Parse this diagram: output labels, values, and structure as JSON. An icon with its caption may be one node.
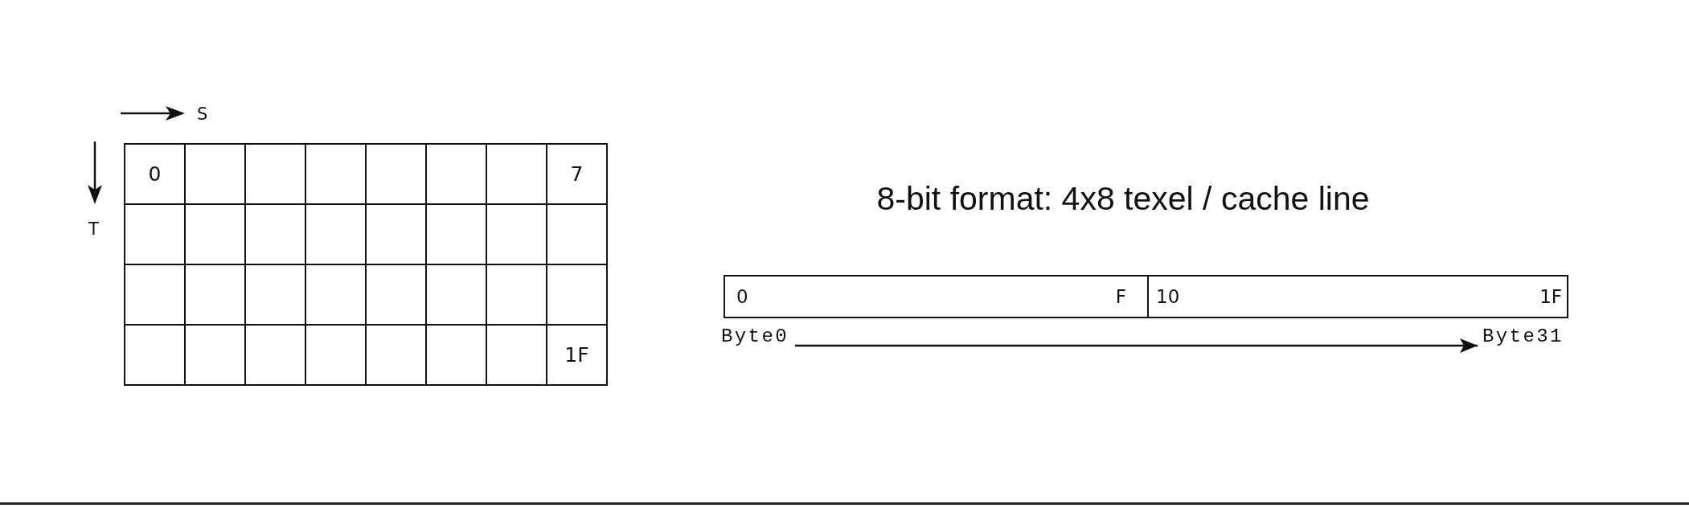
{
  "diagram": {
    "title": "8-bit format: 4x8 texel / cache line",
    "nodes": [
      {
        "text": [
          "0"
        ]
      },
      {
        "text": [],
        "shape": "box"
      },
      {
        "text": [],
        "shape": "box"
      },
      {
        "text": [],
        "shape": "box"
      },
      {
        "text": [],
        "shape": "box"
      },
      {
        "text": [],
        "shape": "box"
      },
      {
        "text": [],
        "shape": "box"
      },
      {
        "text": [
          "7"
        ]
      },
      {
        "text": [],
        "shape": "box"
      },
      {
        "text": [],
        "shape": "box"
      },
      {
        "text": [],
        "shape": "box"
      },
      {
        "text": [],
        "shape": "box"
      },
      {
        "text": [],
        "shape": "box"
      },
      {
        "text": [],
        "shape": "box"
      },
      {
        "text": [],
        "shape": "box"
      },
      {
        "text": [],
        "shape": "box"
      },
      {
        "text": [],
        "shape": "box"
      },
      {
        "text": [],
        "shape": "box"
      },
      {
        "text": [],
        "shape": "box"
      },
      {
        "text": [],
        "shape": "box"
      },
      {
        "text": [],
        "shape": "box"
      },
      {
        "text": [],
        "shape": "box"
      },
      {
        "text": [],
        "shape": "box"
      },
      {
        "text": [],
        "shape": "box"
      },
      {
        "text": [],
        "shape": "box"
      },
      {
        "text": [],
        "shape": "box"
      },
      {
        "text": [],
        "shape": "box"
      },
      {
        "text": [],
        "shape": "box"
      },
      {
        "text": [],
        "shape": "box"
      },
      {
        "text": [],
        "shape": "box"
      },
      {
        "text": [],
        "shape": "box"
      },
      {
        "text": [
          "1F"
        ]
      },
      {
        "text": [
          "0",
          "F"
        ]
      },
      {
        "text": [
          "10",
          "1F"
        ]
      },
      {
        "text": [
          "Byte0"
        ]
      },
      {
        "text": [
          "Byte31"
        ]
      }
    ],
    "edges": [
      {
        "from": 34,
        "to": 35,
        "arrow": "to"
      }
    ],
    "labels": [
      "S",
      "T"
    ]
  }
}
